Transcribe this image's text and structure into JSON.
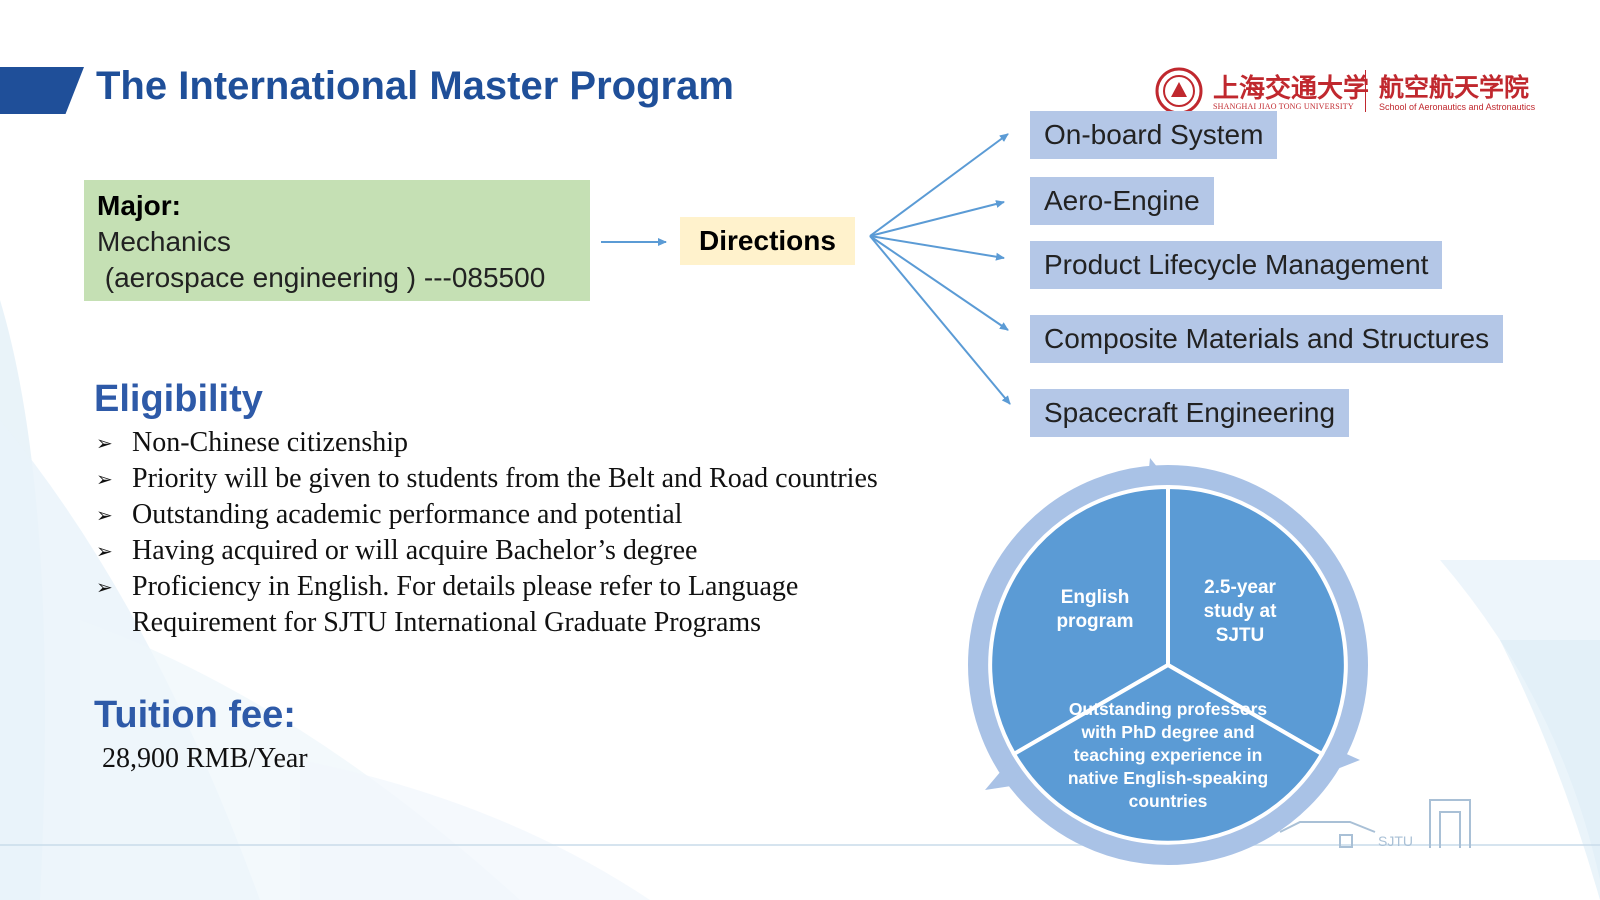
{
  "title": "The International Master Program",
  "logo": {
    "university_cn": "上海交通大学",
    "university_en": "SHANGHAI JIAO TONG UNIVERSITY",
    "school_cn": "航空航天学院",
    "school_en": "School of Aeronautics and Astronautics",
    "watermark": "SJTU"
  },
  "major": {
    "label": "Major:",
    "name": "Mechanics",
    "detail": " (aerospace engineering ) ---085500"
  },
  "directions": {
    "label": "Directions",
    "items": [
      "On-board System",
      "Aero-Engine",
      "Product Lifecycle Management",
      "Composite Materials and Structures",
      "Spacecraft Engineering"
    ]
  },
  "eligibility": {
    "heading": "Eligibility",
    "bullet_icon": "arrow-bullet-icon",
    "items": [
      "Non-Chinese citizenship",
      "Priority will be given to students from the Belt and Road countries",
      "Outstanding academic performance and potential",
      "Having acquired or will acquire Bachelor’s degree",
      "Proficiency in English. For details please refer to Language",
      "Requirement for SJTU International Graduate Programs"
    ]
  },
  "tuition": {
    "heading": "Tuition fee:",
    "value": "28,900 RMB/Year"
  },
  "wheel": {
    "segments": [
      "English program",
      "2.5-year study at SJTU",
      "Outstanding professors with PhD degree and teaching experience in native English-speaking countries"
    ]
  },
  "colors": {
    "title": "#1f4f99",
    "major_box": "#c5e0b4",
    "directions_box": "#fff2cc",
    "direction_item": "#b4c7e7",
    "arrow": "#5b9bd5",
    "wheel_fill": "#5b9bd5",
    "wheel_ring": "#a9c2e6",
    "logo": "#c0282e"
  }
}
